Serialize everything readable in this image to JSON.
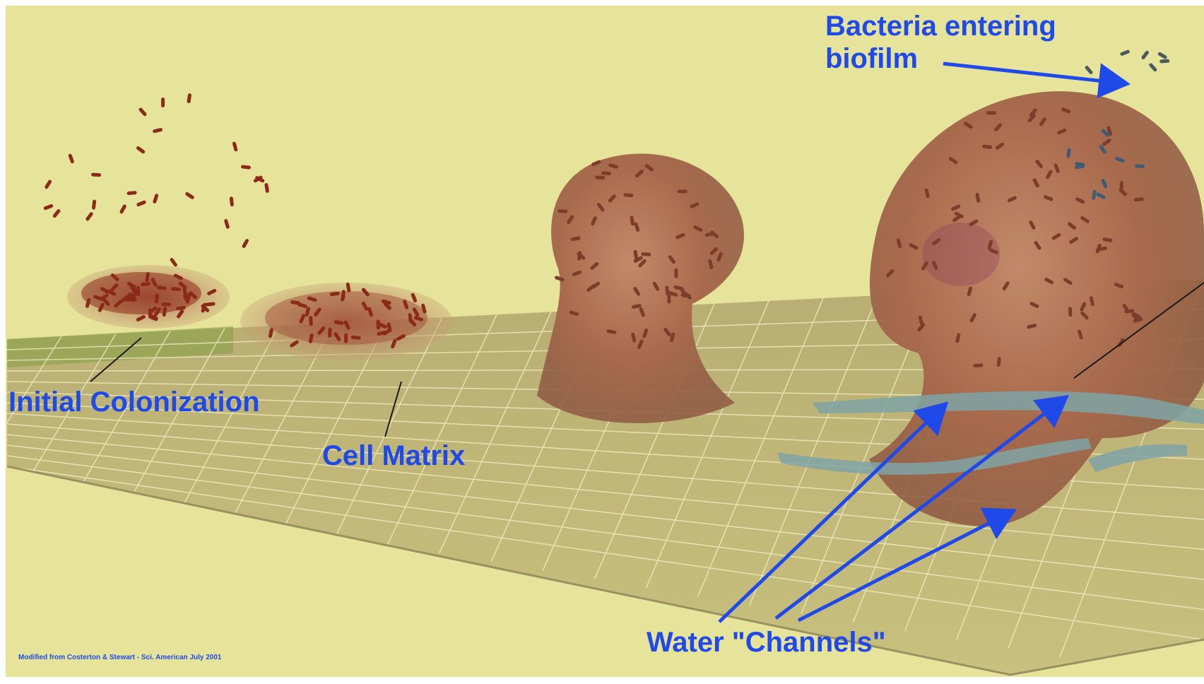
{
  "colors": {
    "background": "#e6e39a",
    "substrate": "#b9b06e",
    "substrate_edge": "#8ea34e",
    "grid_line": "#f3f0c8",
    "biofilm": "#a86a4c",
    "biofilm_dark": "#7e3c2a",
    "bacteria": "#8c2a1a",
    "water_channel": "#7fa4a6",
    "label_blue": "#1f49e8",
    "pointer_black": "#1a1a1a"
  },
  "labels": {
    "bacteria_entering_line1": "Bacteria entering",
    "bacteria_entering_line2": "biofilm",
    "initial_colonization": "Initial Colonization",
    "cell_matrix": "Cell Matrix",
    "water_channels": "Water \"Channels\"",
    "credit": "Modified from Costerton & Stewart - Sci. American July 2001"
  },
  "icons": {
    "bacterium": "rod-shaped-bacterium-icon",
    "arrow": "blue-arrow-icon"
  }
}
